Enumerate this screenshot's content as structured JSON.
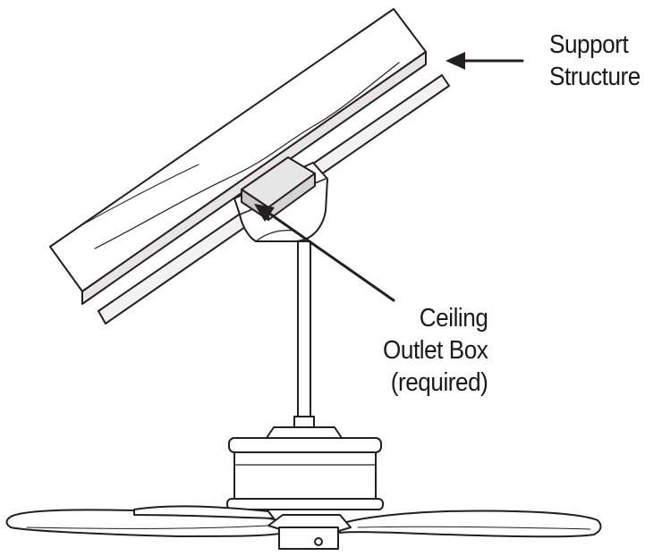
{
  "labels": {
    "support_structure": [
      "Support",
      "Structure"
    ],
    "ceiling_outlet_box": [
      "Ceiling",
      "Outlet Box",
      "(required)"
    ]
  },
  "colors": {
    "stroke": "#231f20",
    "joist_fill": "#e6e6e6",
    "box_fill": "#d4d4d4",
    "board_fill": "#f2f2f2",
    "fan_fill": "#ffffff"
  }
}
